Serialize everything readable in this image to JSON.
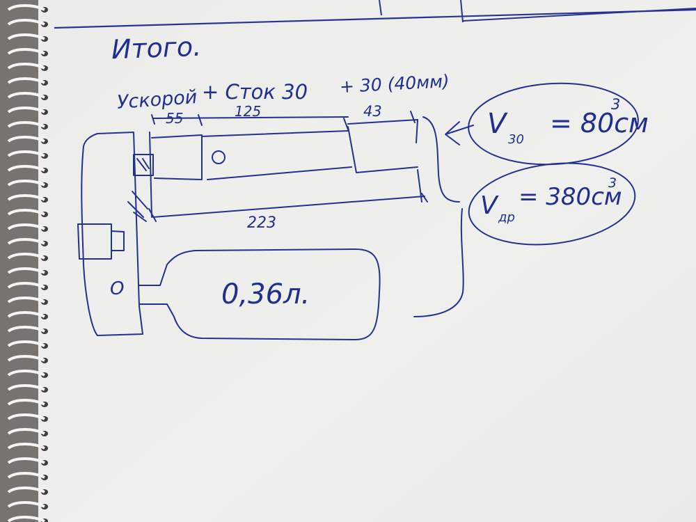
{
  "colors": {
    "ink": "#1f2f8f",
    "paper": "#eeeeec",
    "background": "#7d7a76",
    "ring": "#f4f4f4"
  },
  "notebook": {
    "title": "Итого.",
    "labels": {
      "uskor": "Ускорой",
      "stock": "+ Сток 30",
      "plus": "+ 30 (40мм)"
    },
    "dimensions": {
      "d55": "55",
      "d125": "125",
      "d43": "43",
      "d223": "223"
    },
    "bottle": {
      "volume": "0,36л.",
      "mark": "О"
    },
    "v30": {
      "symbol": "V",
      "subscript": "30",
      "value": "= 80см",
      "exponent": "3"
    },
    "vdr": {
      "symbol": "V",
      "subscript": "др",
      "value": "= 380см",
      "exponent": "3"
    }
  }
}
